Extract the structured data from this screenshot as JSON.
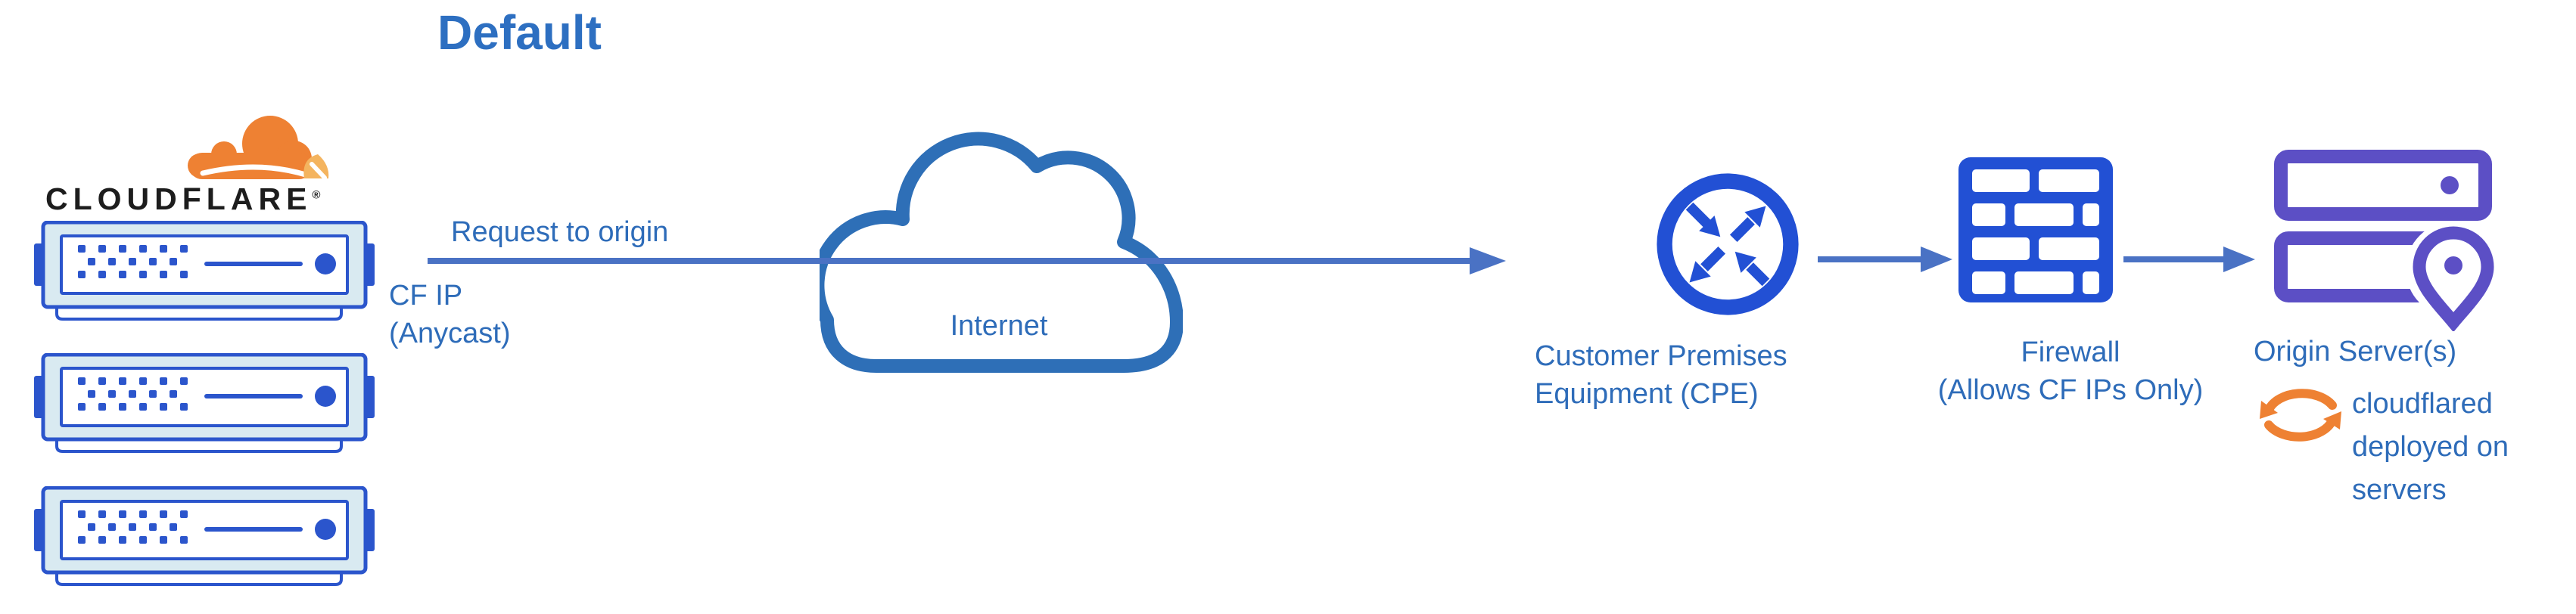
{
  "title": "Default",
  "colors": {
    "bg": "#ffffff",
    "title_blue": "#2d6fc1",
    "label_blue": "#2e6cb9",
    "line_blue": "#4a72c4",
    "icon_blue": "#2250d4",
    "server_blue": "#2b55cc",
    "server_pale": "#d9eaf1",
    "purple": "#5c4fc5",
    "orange": "#ee8133",
    "orange_light": "#f4b45f",
    "wordmark_dark": "#1d1d1d"
  },
  "cloudflare": {
    "wordmark": "CLOUDFLARE",
    "registered": "®",
    "logo_icon": "cloudflare-cloud-icon",
    "server_icon": "edge-server-icon",
    "server_count": 3
  },
  "edge_link": {
    "request_label": "Request to origin",
    "cf_ip_line1": "CF IP",
    "cf_ip_line2": "(Anycast)"
  },
  "internet": {
    "label": "Internet",
    "icon": "internet-cloud-icon"
  },
  "cpe": {
    "icon": "router-icon",
    "label_line1": "Customer Premises",
    "label_line2": "Equipment (CPE)"
  },
  "firewall": {
    "icon": "brick-wall-icon",
    "label_line1": "Firewall",
    "label_line2": "(Allows CF IPs Only)"
  },
  "origin": {
    "icon": "origin-servers-icon",
    "label": "Origin Server(s)",
    "note_icon": "sync-arrows-icon",
    "note_line1": "cloudflared",
    "note_line2": "deployed on",
    "note_line3": "servers"
  }
}
